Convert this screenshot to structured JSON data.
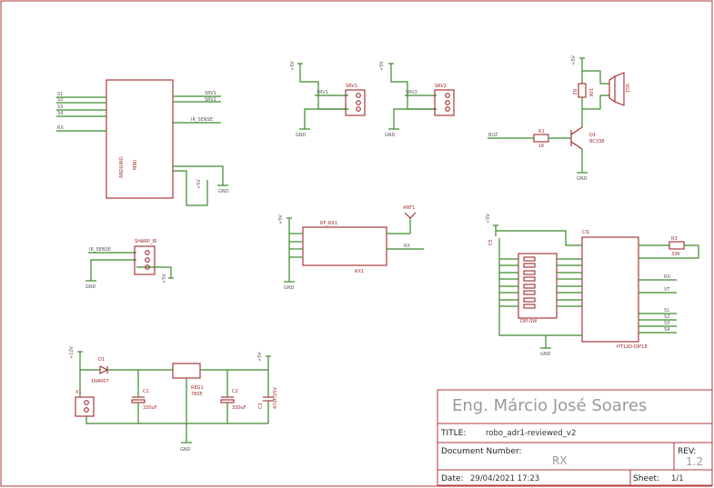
{
  "title_block": {
    "author": "Eng. Márcio José Soares",
    "title_label": "TITLE:",
    "title_value": "robo_adr1-reviewed_v2",
    "docnum_label": "Document Number:",
    "docnum_value": "RX",
    "rev_label": "REV:",
    "rev_value": "1.2",
    "date_label": "Date:",
    "date_value": "29/04/2021 17:23",
    "sheet_label": "Sheet:",
    "sheet_value": "1/1"
  },
  "arduino": {
    "name": "ARDUINO",
    "model": "MINI",
    "left_nets": [
      "S1",
      "S2",
      "S3",
      "S4",
      "RX"
    ],
    "right_nets": [
      "SRV1",
      "SRV2",
      "IR_SENSE"
    ],
    "gnd": "GND",
    "vcc": "+5V"
  },
  "servos": [
    {
      "ref": "SRV1",
      "net": "SRV1",
      "gnd": "GND",
      "vcc": "+5V"
    },
    {
      "ref": "SRV2",
      "net": "SRV2",
      "gnd": "GND",
      "vcc": "+5V"
    }
  ],
  "buzzer": {
    "ref": "SG1",
    "r2": "R2",
    "r2_val": "10K",
    "q1": "Q1",
    "q1_val": "BC338",
    "r1": "R1",
    "r1_val": "1K",
    "net": "BUZ",
    "vcc": "+5V",
    "gnd": "GND"
  },
  "ir": {
    "ref": "SHARP_IR",
    "net": "IR_SENSE",
    "gnd": "GND",
    "vcc": "+5V"
  },
  "rx": {
    "ref": "RX1",
    "name": "RF_RX1",
    "ant": "ANT1",
    "net": "RX",
    "gnd": "GND",
    "vcc": "+5V"
  },
  "decoder": {
    "ref": "CI1",
    "part": "HT12D-DIP18",
    "dip": "DIP-SW",
    "c": "C5",
    "r": "R3",
    "r_val": "33K",
    "out_nets": [
      "S1",
      "S2",
      "S3",
      "S4"
    ],
    "net_rx": "RX",
    "net_vt": "VT",
    "gnd": "GND",
    "vcc": "+5V"
  },
  "power": {
    "conn": "X1",
    "diode": "D1",
    "diode_val": "1N4007",
    "reg": "REG1",
    "reg_val": "7805",
    "c1": "C1",
    "c1_val": "330uF",
    "c2": "C2",
    "c2_val": "330uF",
    "c3": "C3",
    "c3_val": "47uF/25V",
    "gnd": "GND",
    "vin": "+12V",
    "vcc": "+5V"
  }
}
